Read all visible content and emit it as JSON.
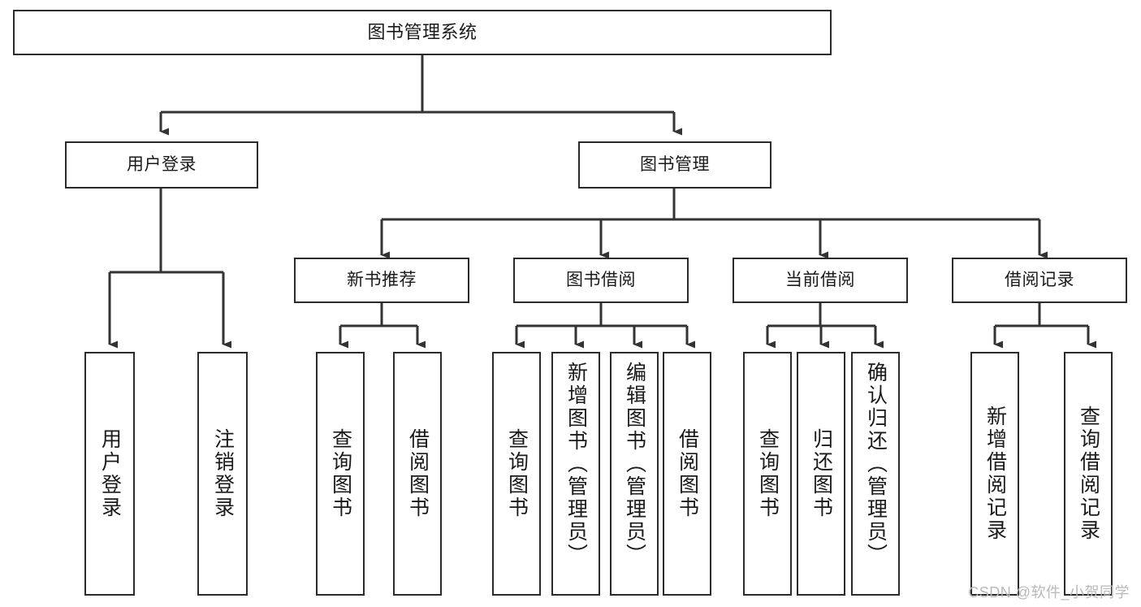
{
  "diagram": {
    "title": "图书管理系统",
    "watermark": "CSDN @软件_小贺同学",
    "colors": {
      "background": "#ffffff",
      "border": "#2b2b2b",
      "connector": "#333333",
      "text": "#1a1a1a",
      "watermark": "#b9b9b9"
    },
    "root": {
      "label": "图书管理系统"
    },
    "level2": [
      {
        "label": "用户登录"
      },
      {
        "label": "图书管理"
      }
    ],
    "level3": [
      {
        "label": "新书推荐"
      },
      {
        "label": "图书借阅"
      },
      {
        "label": "当前借阅"
      },
      {
        "label": "借阅记录"
      }
    ],
    "leaves": {
      "user_login": [
        {
          "label": "用户登录"
        },
        {
          "label": "注销登录"
        }
      ],
      "new_book_recommend": [
        {
          "label": "查询图书"
        },
        {
          "label": "借阅图书"
        }
      ],
      "book_borrow": [
        {
          "label": "查询图书"
        },
        {
          "label": "新增图书（管理员）"
        },
        {
          "label": "编辑图书（管理员）"
        },
        {
          "label": "借阅图书"
        }
      ],
      "current_borrow": [
        {
          "label": "查询图书"
        },
        {
          "label": "归还图书"
        },
        {
          "label": "确认归还（管理员）"
        }
      ],
      "borrow_record": [
        {
          "label": "新增借阅记录"
        },
        {
          "label": "查询借阅记录"
        }
      ]
    }
  }
}
